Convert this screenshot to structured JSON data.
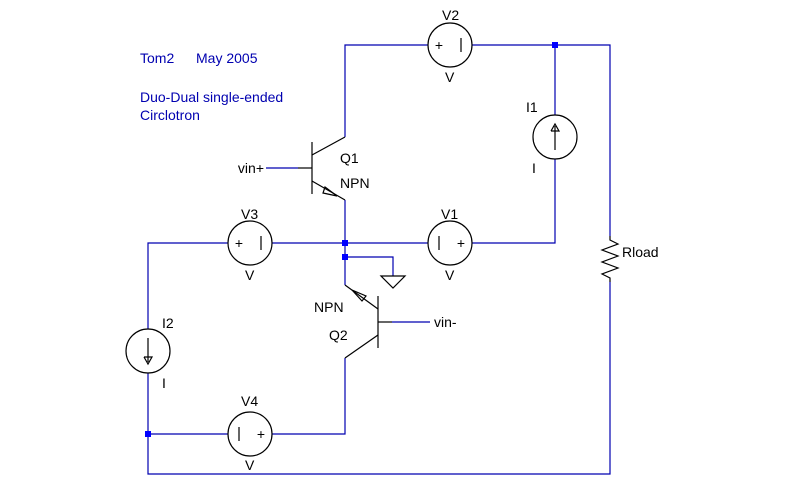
{
  "notes": {
    "author": "Tom2",
    "date": "May 2005",
    "title_line1": "Duo-Dual single-ended",
    "title_line2": "Circlotron"
  },
  "components": {
    "v1": {
      "name": "V1",
      "value": "V"
    },
    "v2": {
      "name": "V2",
      "value": "V"
    },
    "v3": {
      "name": "V3",
      "value": "V"
    },
    "v4": {
      "name": "V4",
      "value": "V"
    },
    "i1": {
      "name": "I1",
      "value": "I"
    },
    "i2": {
      "name": "I2",
      "value": "I"
    },
    "q1": {
      "name": "Q1",
      "type": "NPN"
    },
    "q2": {
      "name": "Q2",
      "type": "NPN"
    },
    "rload": {
      "name": "Rload"
    }
  },
  "nets": {
    "vin_plus": "vin+",
    "vin_minus": "vin-"
  },
  "source_glyphs": {
    "plus": "+",
    "minus": "|"
  },
  "colors": {
    "wire": "#0000b0",
    "junction": "#0000ff",
    "symbol": "#000000",
    "note_text": "#0000b0"
  }
}
